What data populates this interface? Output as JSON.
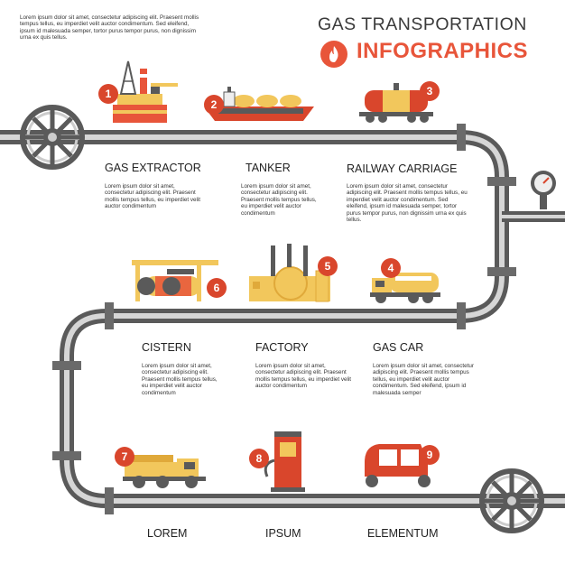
{
  "intro_text": "Lorem ipsum dolor sit amet, consectetur adipiscing elit. Praesent mollis tempus tellus, eu imperdiet velit auctor condimentum. Sed eleifend, ipsum id malesuada semper, tortor purus tempor purus, non dignissim urna ex quis tellus.",
  "title_line1": "GAS TRANSPORTATION",
  "title_line2": "INFOGRAPHICS",
  "steps": [
    {
      "number": "1",
      "title": "GAS EXTRACTOR",
      "text": "Lorem ipsum dolor sit amet, consectetur adipiscing elit. Praesent mollis tempus tellus, eu imperdiet velit auctor condimentum"
    },
    {
      "number": "2",
      "title": "TANKER",
      "text": "Lorem ipsum dolor sit amet, consectetur adipiscing elit. Praesent mollis tempus tellus, eu imperdiet velit auctor condimentum"
    },
    {
      "number": "3",
      "title": "RAILWAY CARRIAGE",
      "text": "Lorem ipsum dolor sit amet, consectetur adipiscing elit. Praesent mollis tempus tellus, eu imperdiet velit auctor condimentum. Sed eleifend, ipsum id malesuada semper, tortor purus tempor purus, non dignissim urna ex quis tellus."
    },
    {
      "number": "4",
      "title": "GAS CAR",
      "text": "Lorem ipsum dolor sit amet, consectetur adipiscing elit. Praesent mollis tempus tellus, eu imperdiet velit auctor condimentum. Sed eleifend, ipsum id malesuada semper"
    },
    {
      "number": "5",
      "title": "FACTORY",
      "text": "Lorem ipsum dolor sit amet, consectetur adipiscing elit. Praesent mollis tempus tellus, eu imperdiet velit auctor condimentum"
    },
    {
      "number": "6",
      "title": "CISTERN",
      "text": "Lorem ipsum dolor sit amet, consectetur adipiscing elit. Praesent mollis tempus tellus, eu imperdiet velit auctor condimentum"
    },
    {
      "number": "7",
      "title": "LOREM"
    },
    {
      "number": "8",
      "title": "IPSUM"
    },
    {
      "number": "9",
      "title": "ELEMENTUM"
    }
  ],
  "colors": {
    "pipe_dark": "#5a5a5a",
    "pipe_light": "#d6d6d6",
    "accent": "#e8553a",
    "badge": "#d9462c",
    "yellow": "#f2c75c",
    "red": "#d9462c"
  }
}
